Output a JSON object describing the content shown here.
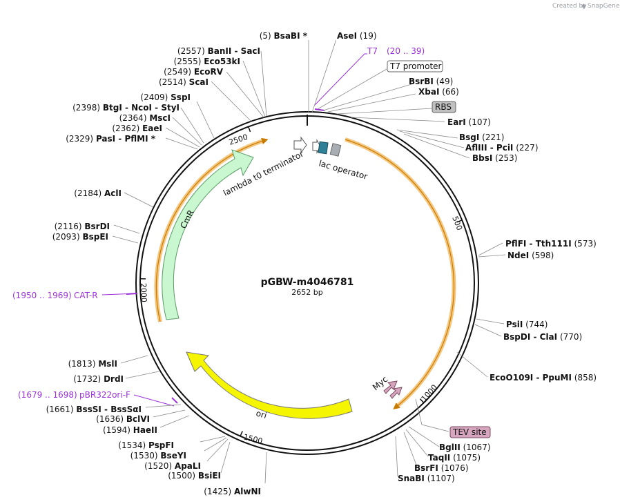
{
  "app": {
    "credit_prefix": "Created by",
    "credit_brand": "SnapGene"
  },
  "plasmid": {
    "name": "pGBW-m4046781",
    "length_label": "2652 bp",
    "length": 2652
  },
  "colors": {
    "orf_arrow": "#f5c77e",
    "cmr": "#c9f7cf",
    "ori": "#f5f500",
    "primer": "#9b30d9",
    "myc_tev": "#d5a6bd",
    "lac": "#2f7f96",
    "rbs": "#c0c0c0"
  },
  "scale_ticks": [
    {
      "bp": 500,
      "label": "500"
    },
    {
      "bp": 1000,
      "label": "1000"
    },
    {
      "bp": 1500,
      "label": "1500"
    },
    {
      "bp": 2000,
      "label": "2000"
    },
    {
      "bp": 2500,
      "label": "2500"
    }
  ],
  "sites": [
    {
      "name": "BsaBI",
      "suffix": " *",
      "pos": "(5)",
      "bp": 5
    },
    {
      "name": "AseI",
      "pos": "(19)",
      "bp": 19
    },
    {
      "name": "BsrBI",
      "pos": "(49)",
      "bp": 49
    },
    {
      "name": "XbaI",
      "pos": "(66)",
      "bp": 66
    },
    {
      "name": "EarI",
      "pos": "(107)",
      "bp": 107
    },
    {
      "name": "BsgI",
      "pos": "(221)",
      "bp": 221
    },
    {
      "name": "AflIII",
      "name2": "PciI",
      "pos": "(227)",
      "bp": 227
    },
    {
      "name": "BbsI",
      "pos": "(253)",
      "bp": 253
    },
    {
      "name": "PflFI",
      "name2": "Tth111I",
      "pos": "(573)",
      "bp": 573
    },
    {
      "name": "NdeI",
      "pos": "(598)",
      "bp": 598
    },
    {
      "name": "PsiI",
      "pos": "(744)",
      "bp": 744
    },
    {
      "name": "BspDI",
      "name2": "ClaI",
      "pos": "(770)",
      "bp": 770
    },
    {
      "name": "EcoO109I",
      "name2": "PpuMI",
      "pos": "(858)",
      "bp": 858
    },
    {
      "name": "BglII",
      "pos": "(1067)",
      "bp": 1067
    },
    {
      "name": "TaqII",
      "pos": "(1075)",
      "bp": 1075
    },
    {
      "name": "BsrFI",
      "pos": "(1076)",
      "bp": 1076
    },
    {
      "name": "SnaBI",
      "pos": "(1107)",
      "bp": 1107
    },
    {
      "name": "AlwNI",
      "pos": "(1425)",
      "bp": 1425
    },
    {
      "name": "BsiEI",
      "pos": "(1500)",
      "bp": 1500
    },
    {
      "name": "ApaLI",
      "pos": "(1520)",
      "bp": 1520
    },
    {
      "name": "BseYI",
      "pos": "(1530)",
      "bp": 1530
    },
    {
      "name": "PspFI",
      "pos": "(1534)",
      "bp": 1534
    },
    {
      "name": "HaeII",
      "pos": "(1594)",
      "bp": 1594
    },
    {
      "name": "BclVI",
      "pos": "(1636)",
      "bp": 1636
    },
    {
      "name": "BssSI",
      "name2": "BssSαI",
      "pos": "(1661)",
      "bp": 1661
    },
    {
      "name": "DrdI",
      "pos": "(1732)",
      "bp": 1732
    },
    {
      "name": "MslI",
      "pos": "(1813)",
      "bp": 1813
    },
    {
      "name": "BspEI",
      "pos": "(2093)",
      "bp": 2093
    },
    {
      "name": "BsrDI",
      "pos": "(2116)",
      "bp": 2116
    },
    {
      "name": "AclI",
      "pos": "(2184)",
      "bp": 2184
    },
    {
      "name": "PasI",
      "name2": "PflMI",
      "suffix": " *",
      "pos": "(2329)",
      "bp": 2329
    },
    {
      "name": "EaeI",
      "pos": "(2362)",
      "bp": 2362
    },
    {
      "name": "MscI",
      "pos": "(2364)",
      "bp": 2364
    },
    {
      "name": "BtgI",
      "name2": "NcoI",
      "name3": "StyI",
      "pos": "(2398)",
      "bp": 2398
    },
    {
      "name": "SspI",
      "pos": "(2409)",
      "bp": 2409
    },
    {
      "name": "ScaI",
      "pos": "(2514)",
      "bp": 2514
    },
    {
      "name": "EcoRV",
      "pos": "(2549)",
      "bp": 2549
    },
    {
      "name": "Eco53kI",
      "pos": "(2555)",
      "bp": 2555
    },
    {
      "name": "BanII",
      "name2": "SacI",
      "pos": "(2557)",
      "bp": 2557
    }
  ],
  "primers": [
    {
      "name": "T7",
      "range": "(20 .. 39)"
    },
    {
      "name": "CAT-R",
      "range": "(1950 .. 1969)"
    },
    {
      "name": "pBR322ori-F",
      "range": "(1679 .. 1698)"
    }
  ],
  "boxed_features": [
    {
      "label": "T7 promoter"
    },
    {
      "label": "RBS"
    },
    {
      "label": "TEV site"
    }
  ],
  "features": {
    "cmr": "CmR",
    "lambda_t0": "lambda t0 terminator",
    "lac_operator": "lac operator",
    "ori": "ori",
    "myc": "Myc"
  }
}
